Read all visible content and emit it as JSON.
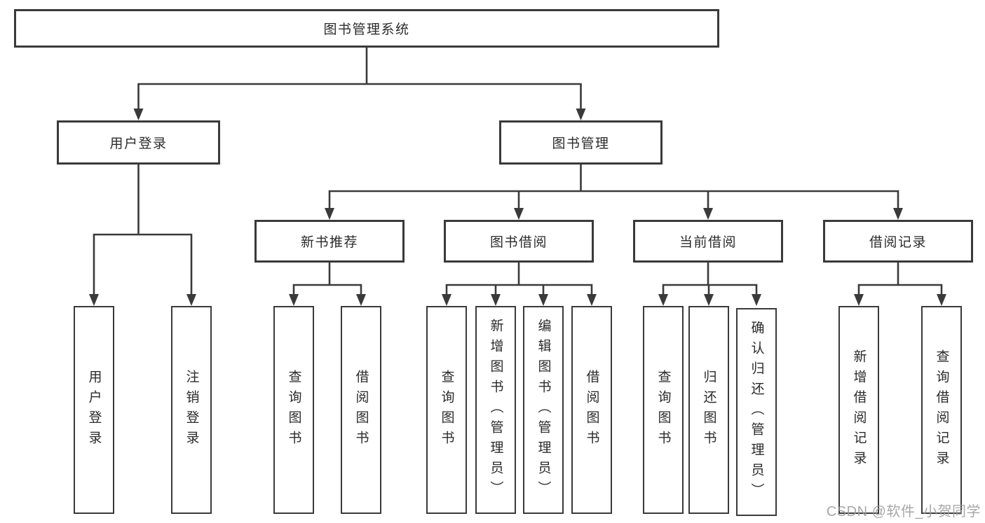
{
  "colors": {
    "line": "#3a3a3a",
    "text": "#2b2b2b",
    "box_background": "#ffffff",
    "watermark": "#9e9e9e"
  },
  "tree": {
    "root": {
      "label": "图书管理系统"
    },
    "branches": [
      {
        "label": "用户登录",
        "children": [
          {
            "label": "用户登录"
          },
          {
            "label": "注销登录"
          }
        ]
      },
      {
        "label": "图书管理",
        "children": [
          {
            "label": "新书推荐",
            "children": [
              {
                "label": "查询图书"
              },
              {
                "label": "借阅图书"
              }
            ]
          },
          {
            "label": "图书借阅",
            "children": [
              {
                "label": "查询图书"
              },
              {
                "label": "新增图书（管理员）"
              },
              {
                "label": "编辑图书（管理员）"
              },
              {
                "label": "借阅图书"
              }
            ]
          },
          {
            "label": "当前借阅",
            "children": [
              {
                "label": "查询图书"
              },
              {
                "label": "归还图书"
              },
              {
                "label": "确认归还（管理员）"
              }
            ]
          },
          {
            "label": "借阅记录",
            "children": [
              {
                "label": "新增借阅记录"
              },
              {
                "label": "查询借阅记录"
              }
            ]
          }
        ]
      }
    ]
  },
  "watermark": {
    "text": "CSDN @软件_小贺同学"
  }
}
